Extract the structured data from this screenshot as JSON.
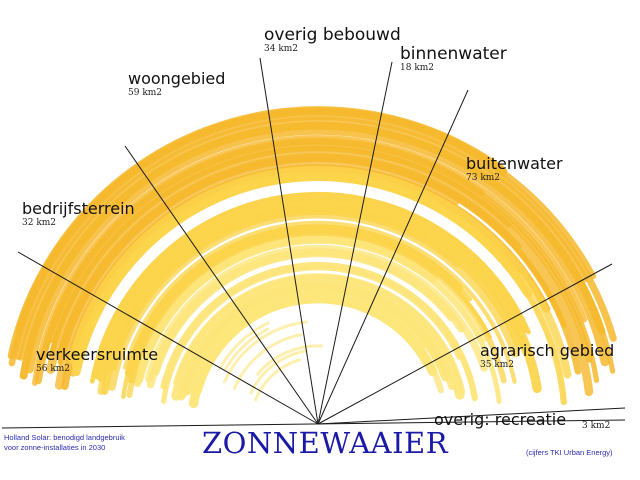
{
  "title": "ZONNEWAAIER",
  "caption_lines": [
    "Holland Solar: benodigd landgebruik",
    "voor zonne-installaties in 2030"
  ],
  "source": "(cijfers TKI Urban Energy)",
  "colors": {
    "outer_ring": "#f6b92e",
    "mid_ring": "#fbd44b",
    "inner_ring": "#fde57a",
    "spoke": "#1a1a1a",
    "title": "#1a1aa6"
  },
  "segments": [
    {
      "name": "verkeersruimte",
      "area": "56 km2"
    },
    {
      "name": "bedrijfsterrein",
      "area": "32 km2"
    },
    {
      "name": "woongebied",
      "area": "59 km2"
    },
    {
      "name": "overig bebouwd",
      "area": "34 km2"
    },
    {
      "name": "binnenwater",
      "area": "18 km2"
    },
    {
      "name": "buitenwater",
      "area": "73 km2"
    },
    {
      "name": "agrarisch gebied",
      "area": "35 km2"
    },
    {
      "name": "overig: recreatie",
      "area": "3 km2"
    }
  ]
}
